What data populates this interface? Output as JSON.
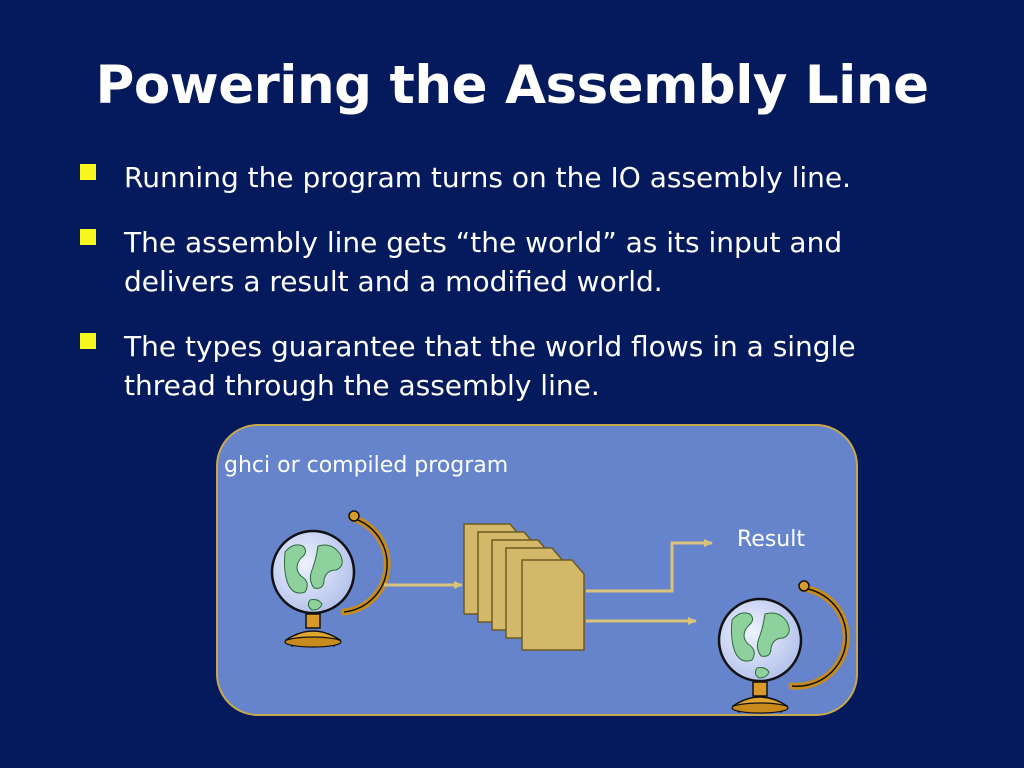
{
  "slide": {
    "title": "Powering the Assembly Line",
    "bullets": [
      "Running the program turns on the IO assembly line.",
      "The assembly line gets “the world” as its input and\ndelivers a result and a modified world.",
      "The types guarantee that the world flows in a single\nthread through the assembly line."
    ]
  },
  "diagram": {
    "container_label": "ghci or compiled program",
    "result_label": "Result",
    "input_icon": "globe-icon",
    "output_icon": "globe-icon",
    "process_icon": "document-stack-icon",
    "colors": {
      "background": "#041a5c",
      "panel": "#6584cc",
      "panel_border": "#c9a84c",
      "arrow": "#d9c27a",
      "bullet": "#f7f71e",
      "documents": "#d4b86a"
    }
  }
}
